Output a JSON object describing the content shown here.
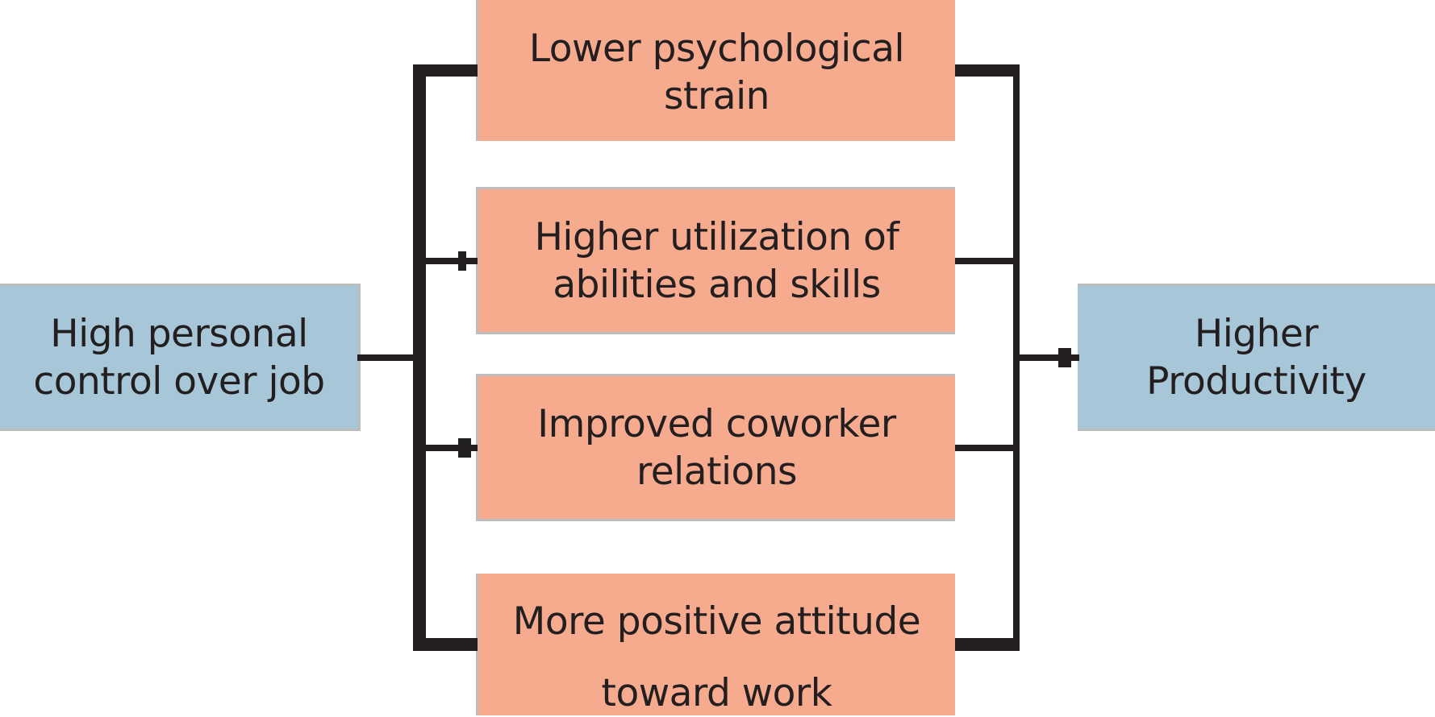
{
  "diagram": {
    "source": {
      "label": "High personal control over job",
      "line1": "High personal",
      "line2": "control over job",
      "color": "#a7c6d8"
    },
    "mediators": [
      {
        "line1": "Lower psychological",
        "line2": "strain",
        "color": "#f7ab8e"
      },
      {
        "line1": "Higher utilization of",
        "line2": "abilities and skills",
        "color": "#f7ab8e"
      },
      {
        "line1": "Improved coworker",
        "line2": "relations",
        "color": "#f7ab8e"
      },
      {
        "line1": "More positive attitude",
        "line2": "toward work",
        "color": "#f7ab8e"
      }
    ],
    "outcome": {
      "label": "Higher Productivity",
      "line1": "Higher",
      "line2": "Productivity",
      "color": "#a7c6d8"
    },
    "connector_color": "#231f20",
    "border_color": "#bdbdbd"
  }
}
